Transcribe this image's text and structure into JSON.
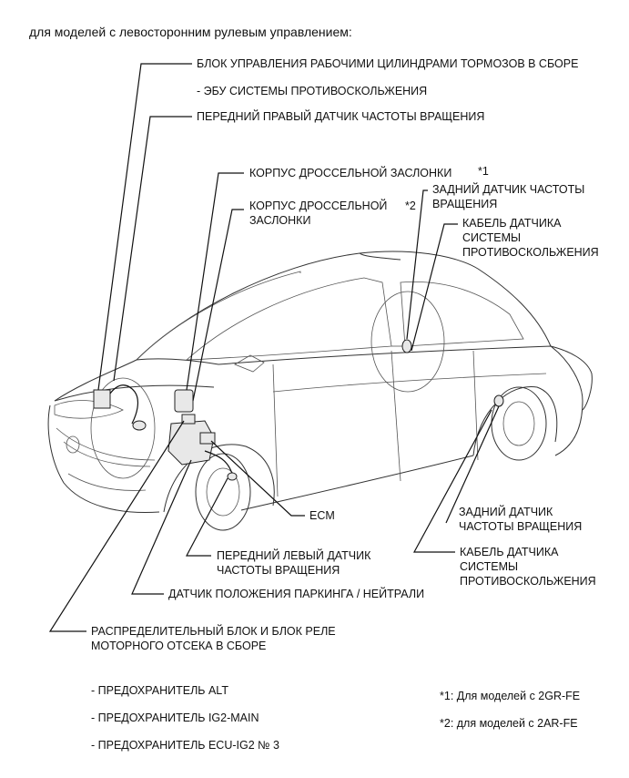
{
  "header": "для моделей с левосторонним рулевым управлением:",
  "labels": {
    "brake_block": "БЛОК УПРАВЛЕНИЯ РАБОЧИМИ ЦИЛИНДРАМИ ТОРМОЗОВ В СБОРЕ",
    "abs_ecu": "- ЭБУ СИСТЕМЫ ПРОТИВОСКОЛЬЖЕНИЯ",
    "front_right_sensor": "ПЕРЕДНИЙ ПРАВЫЙ ДАТЧИК ЧАСТОТЫ ВРАЩЕНИЯ",
    "throttle1": "КОРПУС ДРОССЕЛЬНОЙ ЗАСЛОНКИ",
    "throttle1_note": "*1",
    "throttle2_l1": "КОРПУС ДРОССЕЛЬНОЙ",
    "throttle2_note": "*2",
    "throttle2_l2": "ЗАСЛОНКИ",
    "rear_sensor_top_l1": "ЗАДНИЙ ДАТЧИК ЧАСТОТЫ",
    "rear_sensor_top_l2": "ВРАЩЕНИЯ",
    "cable_top_l1": "КАБЕЛЬ ДАТЧИКА",
    "cable_top_l2": "СИСТЕМЫ",
    "cable_top_l3": "ПРОТИВОСКОЛЬЖЕНИЯ",
    "ecm": "ECM",
    "rear_sensor_bottom_l1": "ЗАДНИЙ ДАТЧИК",
    "rear_sensor_bottom_l2": "ЧАСТОТЫ ВРАЩЕНИЯ",
    "cable_bottom_l1": "КАБЕЛЬ ДАТЧИКА",
    "cable_bottom_l2": "СИСТЕМЫ",
    "cable_bottom_l3": "ПРОТИВОСКОЛЬЖЕНИЯ",
    "front_left_l1": "ПЕРЕДНИЙ ЛЕВЫЙ ДАТЧИК",
    "front_left_l2": "ЧАСТОТЫ ВРАЩЕНИЯ",
    "park_neutral": "ДАТЧИК ПОЛОЖЕНИЯ ПАРКИНГА / НЕЙТРАЛИ",
    "relay_l1": "РАСПРЕДЕЛИТЕЛЬНЫЙ БЛОК И БЛОК РЕЛЕ",
    "relay_l2": "МОТОРНОГО ОТСЕКА В СБОРЕ",
    "fuse_alt": "- ПРЕДОХРАНИТЕЛЬ ALT",
    "fuse_ig2": "- ПРЕДОХРАНИТЕЛЬ IG2-MAIN",
    "fuse_ecu": "- ПРЕДОХРАНИТЕЛЬ ECU-IG2 № 3",
    "note1": "*1: Для моделей с 2GR-FE",
    "note2": "*2: для моделей с 2AR-FE"
  }
}
